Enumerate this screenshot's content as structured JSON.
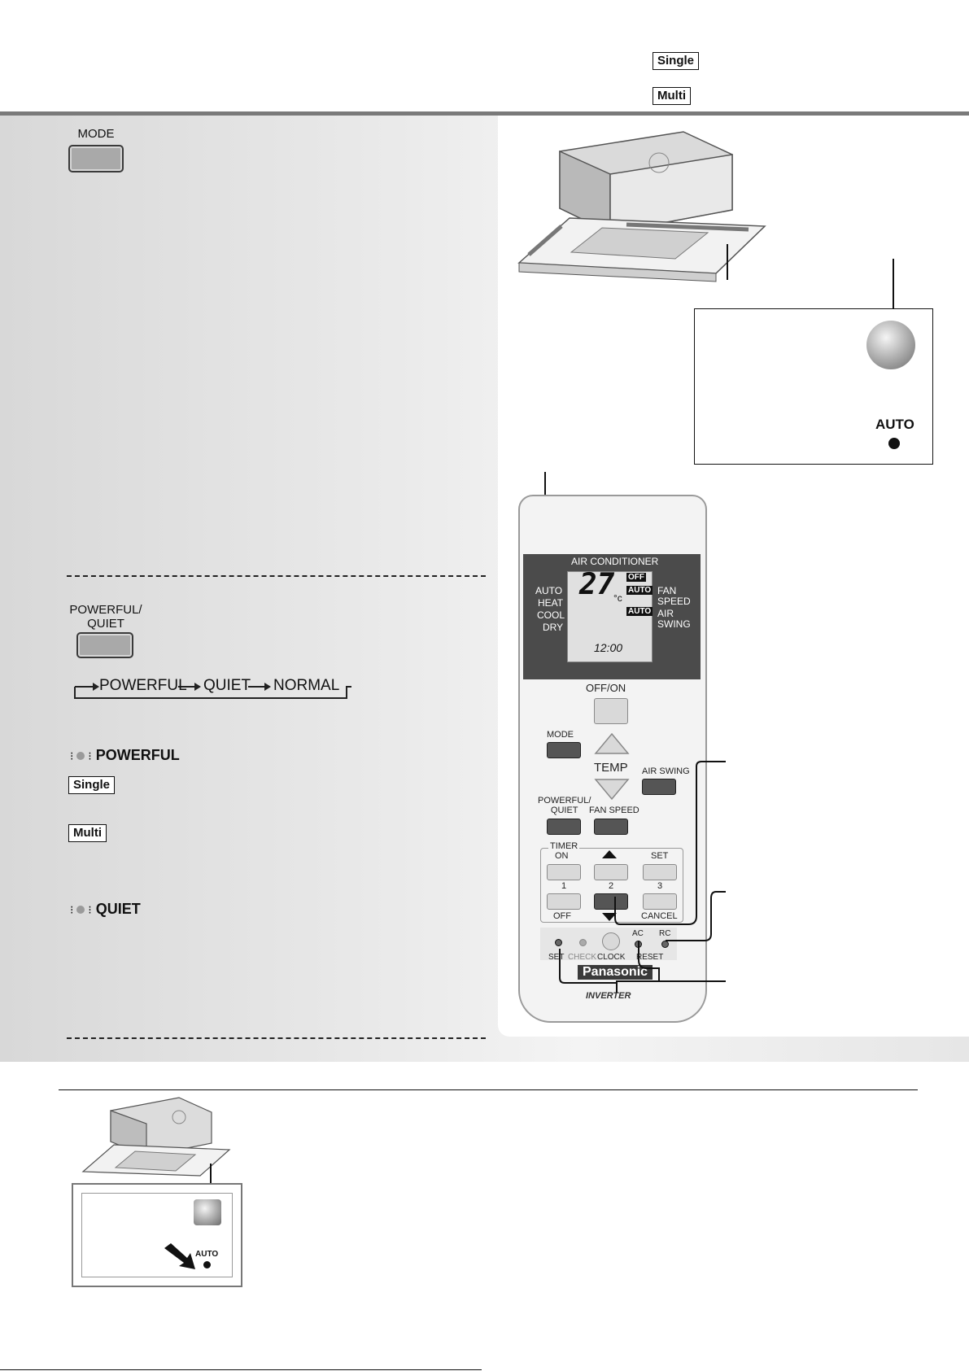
{
  "header": {
    "tags": [
      {
        "label": "Single"
      },
      {
        "label": "Multi"
      }
    ]
  },
  "mode_section": {
    "button_label": "MODE"
  },
  "powerful_section": {
    "button_label_line1": "POWERFUL/",
    "button_label_line2": "QUIET",
    "sequence": [
      "POWERFUL",
      "QUIET",
      "NORMAL"
    ],
    "powerful_indicator": "POWERFUL",
    "single_tag": "Single",
    "multi_tag": "Multi",
    "quiet_indicator": "QUIET"
  },
  "indoor_panel": {
    "auto_label": "AUTO"
  },
  "remote": {
    "lcd_title": "AIR CONDITIONER",
    "modes": [
      "AUTO",
      "HEAT",
      "COOL",
      "DRY"
    ],
    "temperature": "27",
    "temp_unit": "°c",
    "off_badge": "OFF",
    "auto_badge_1": "AUTO",
    "auto_badge_2": "AUTO",
    "fan_speed_line1": "FAN",
    "fan_speed_line2": "SPEED",
    "air_swing_line1": "AIR",
    "air_swing_line2": "SWING",
    "clock": "12:00",
    "off_on_label": "OFF/ON",
    "mode_label": "MODE",
    "temp_label": "TEMP",
    "air_swing_label": "AIR SWING",
    "powerful_quiet_line1": "POWERFUL/",
    "powerful_quiet_line2": "QUIET",
    "fan_speed_label": "FAN SPEED",
    "timer_label": "TIMER",
    "on_label": "ON",
    "set_label_top": "SET",
    "num_1": "1",
    "num_2": "2",
    "num_3": "3",
    "off_label": "OFF",
    "cancel_label": "CANCEL",
    "ac_label": "AC",
    "rc_label": "RC",
    "set_label": "SET",
    "check_label": "CHECK",
    "clock_label": "CLOCK",
    "reset_label": "RESET",
    "brand": "Panasonic",
    "inverter": "INVERTER"
  },
  "bottom_section": {
    "auto_label": "AUTO"
  }
}
